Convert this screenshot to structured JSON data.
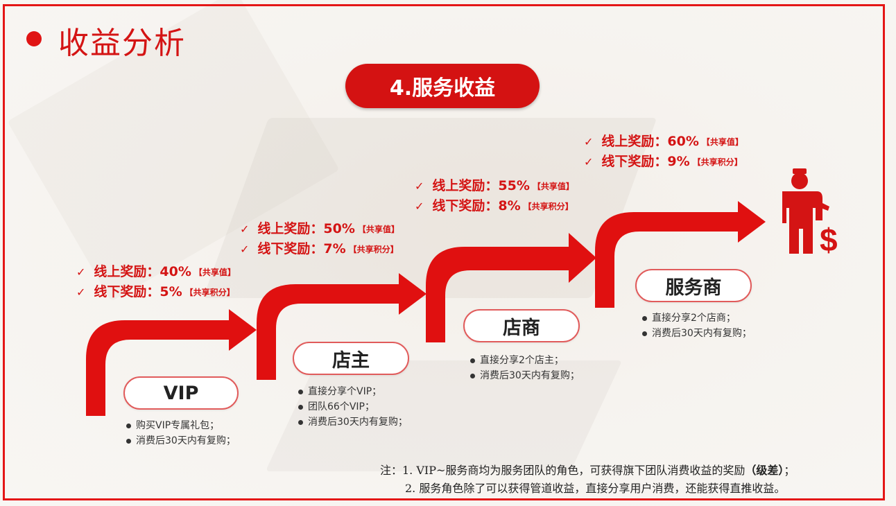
{
  "slide": {
    "title": "收益分析",
    "banner": "4.服务收益"
  },
  "colors": {
    "accent": "#d41414",
    "arrow": "#e01010",
    "frame": "#e41616"
  },
  "tiers": [
    {
      "name": "VIP",
      "online": "线上奖励：40%",
      "online_tag": "【共享值】",
      "offline": "线下奖励：5%",
      "offline_tag": "【共享积分】",
      "conditions": [
        "购买VIP专属礼包；",
        "消费后30天内有复购；"
      ]
    },
    {
      "name": "店主",
      "online": "线上奖励：50%",
      "online_tag": "【共享值】",
      "offline": "线下奖励：7%",
      "offline_tag": "【共享积分】",
      "conditions": [
        "直接分享个VIP；",
        "团队66个VIP；",
        "消费后30天内有复购；"
      ]
    },
    {
      "name": "店商",
      "online": "线上奖励：55%",
      "online_tag": "【共享值】",
      "offline": "线下奖励：8%",
      "offline_tag": "【共享积分】",
      "conditions": [
        "直接分享2个店主；",
        "消费后30天内有复购；"
      ]
    },
    {
      "name": "服务商",
      "online": "线上奖励：60%",
      "online_tag": "【共享值】",
      "offline": "线下奖励：9%",
      "offline_tag": "【共享积分】",
      "conditions": [
        "直接分享2个店商；",
        "消费后30天内有复购；"
      ]
    }
  ],
  "check_mark": "✓",
  "icons": {
    "businessman": "businessman-dollar-icon"
  },
  "notes": {
    "line1_prefix": "注：1. VIP~服务商均为服务团队的角色，可获得旗下团队消费收益的奖励",
    "line1_bold": "（级差）",
    "line1_suffix": "；",
    "line2": "2. 服务角色除了可以获得管道收益，直接分享用户消费，还能获得直推收益。"
  }
}
